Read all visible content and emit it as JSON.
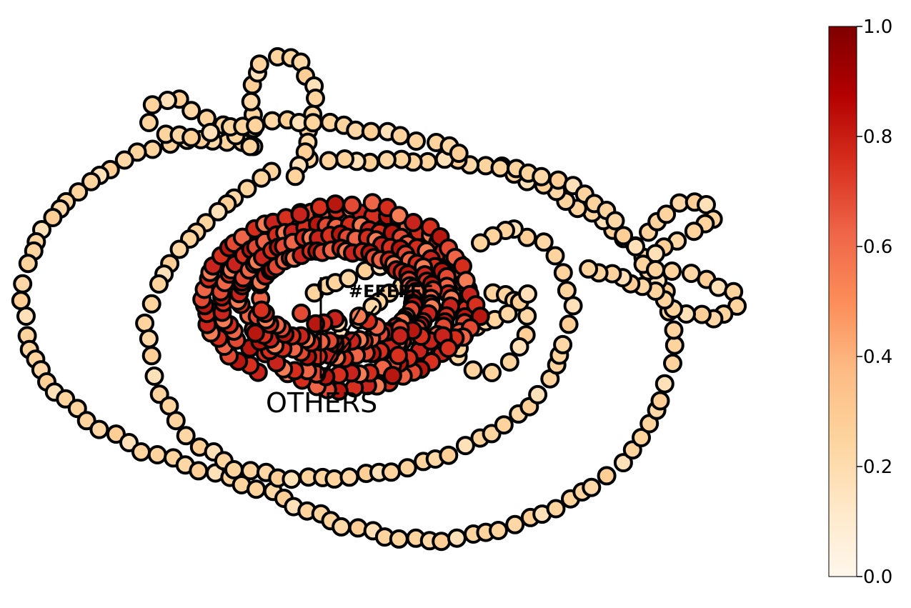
{
  "annotations": {
    "top_label": "#EFEFFF",
    "bottom_label": "OTHERS"
  },
  "colorbar": {
    "colormap": "OrRd",
    "min": 0.0,
    "max": 1.0,
    "ticks": [
      "0.0",
      "0.2",
      "0.4",
      "0.6",
      "0.8",
      "1.0"
    ]
  },
  "node_style": {
    "edge_color": "#000000",
    "low_value_color": "#fdd49e",
    "high_value_color": "#c8241d"
  }
}
